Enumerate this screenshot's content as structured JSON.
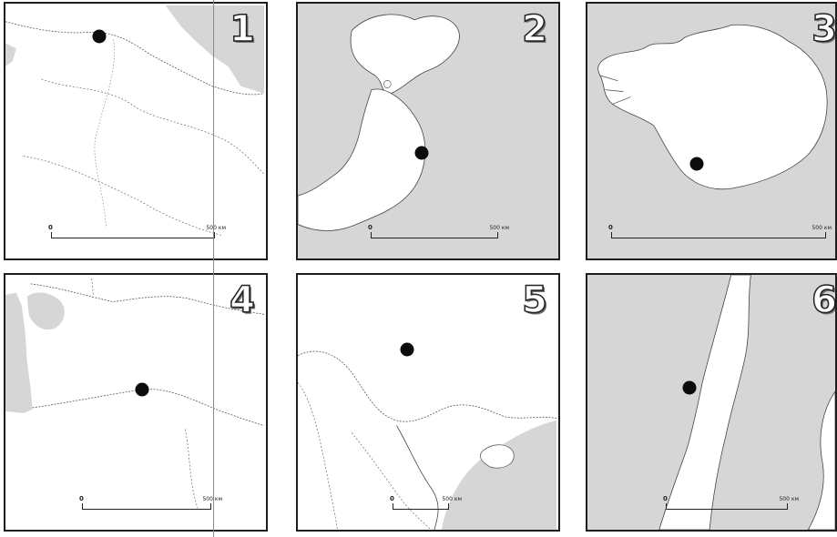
{
  "colors": {
    "sea": "#d6d6d6",
    "land": "#ffffff",
    "border": "#555555",
    "frame": "#1e1e1e",
    "dot": "#0c0c0c"
  },
  "panels": [
    {
      "number": "1",
      "scale_zero": "0",
      "scale_label": "500 км"
    },
    {
      "number": "2",
      "scale_zero": "0",
      "scale_label": "500 км"
    },
    {
      "number": "3",
      "scale_zero": "0",
      "scale_label": "500 км"
    },
    {
      "number": "4",
      "scale_zero": "0",
      "scale_label": "500 км"
    },
    {
      "number": "5",
      "scale_zero": "0",
      "scale_label": "500 км"
    },
    {
      "number": "6",
      "scale_zero": "0",
      "scale_label": "500 км"
    }
  ]
}
